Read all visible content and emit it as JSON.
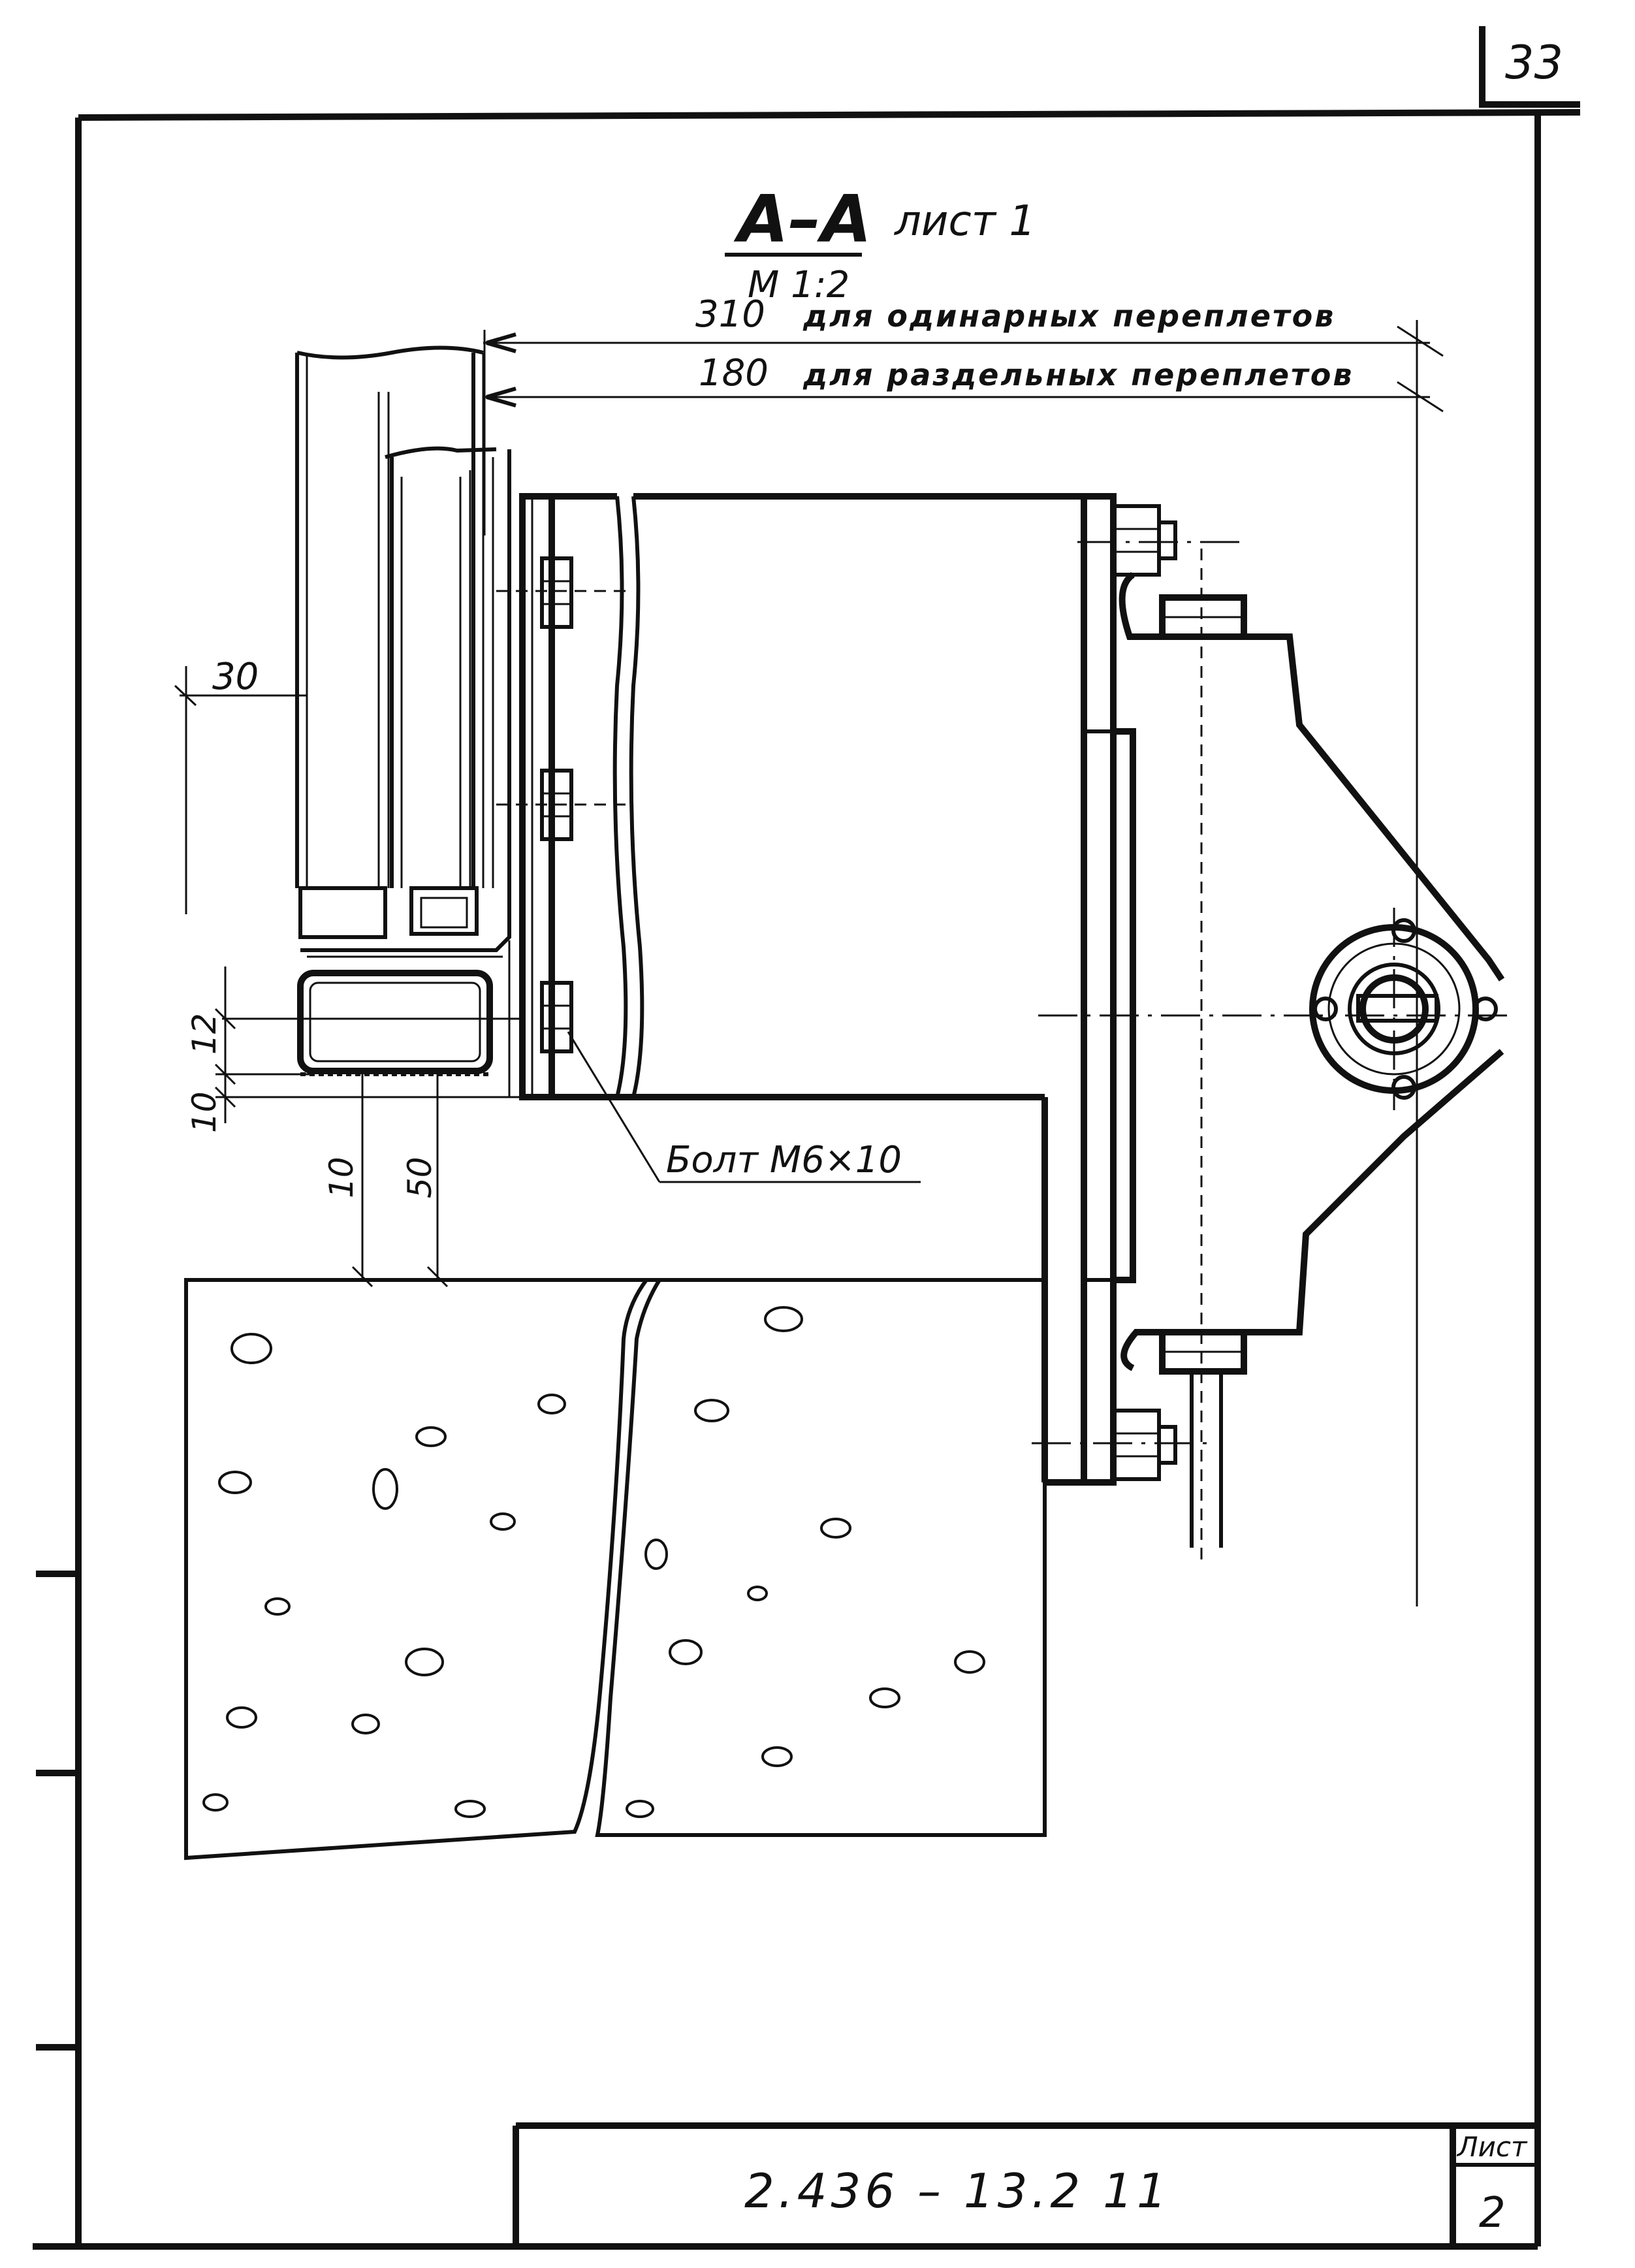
{
  "sheet_number": "33",
  "section": {
    "title": "А–А",
    "sheet_ref": "лист 1",
    "scale": "М 1:2"
  },
  "dimensions": {
    "dim_310_value": "310",
    "dim_310_text": "для одинарных переплетов",
    "dim_180_value": "180",
    "dim_180_text": "для раздельных переплетов",
    "dim_30": "30",
    "dim_12": "12",
    "dim_10_left": "10",
    "dim_10_bottom": "10",
    "dim_50": "50"
  },
  "callout": {
    "bolt": "Болт М6×10"
  },
  "title_block": {
    "code": "2.436 – 13.2 11",
    "sheet_label": "Лист",
    "sheet_value": "2"
  }
}
